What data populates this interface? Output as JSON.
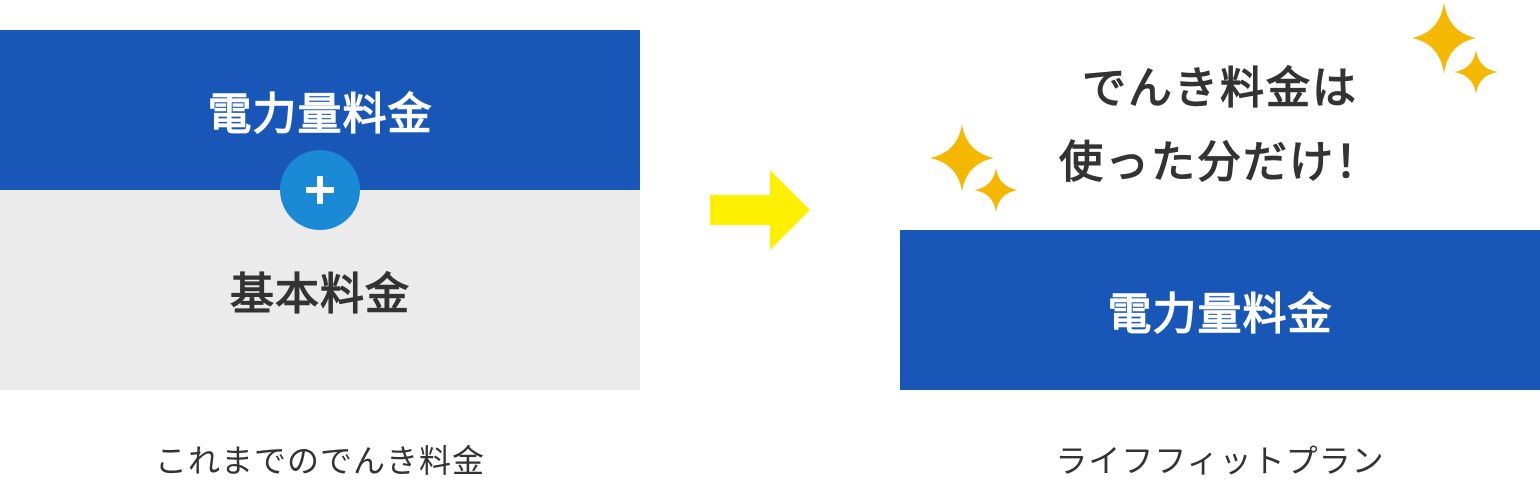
{
  "left": {
    "top_label": "電力量料金",
    "bottom_label": "基本料金",
    "caption": "これまでのでんき料金"
  },
  "right": {
    "heading_line1": "でんき料金は",
    "heading_line2": "使った分だけ！",
    "box_label": "電力量料金",
    "caption": "ライフフィットプラン"
  },
  "icons": {
    "plus": "plus-icon",
    "arrow": "arrow-right-icon",
    "sparkle": "sparkle-icon"
  },
  "colors": {
    "blue": "#1857b8",
    "gray": "#ebebeb",
    "plus_circle": "#1a8ad6",
    "arrow": "#ffef00",
    "sparkle": "#f5b800",
    "text_dark": "#333333"
  }
}
